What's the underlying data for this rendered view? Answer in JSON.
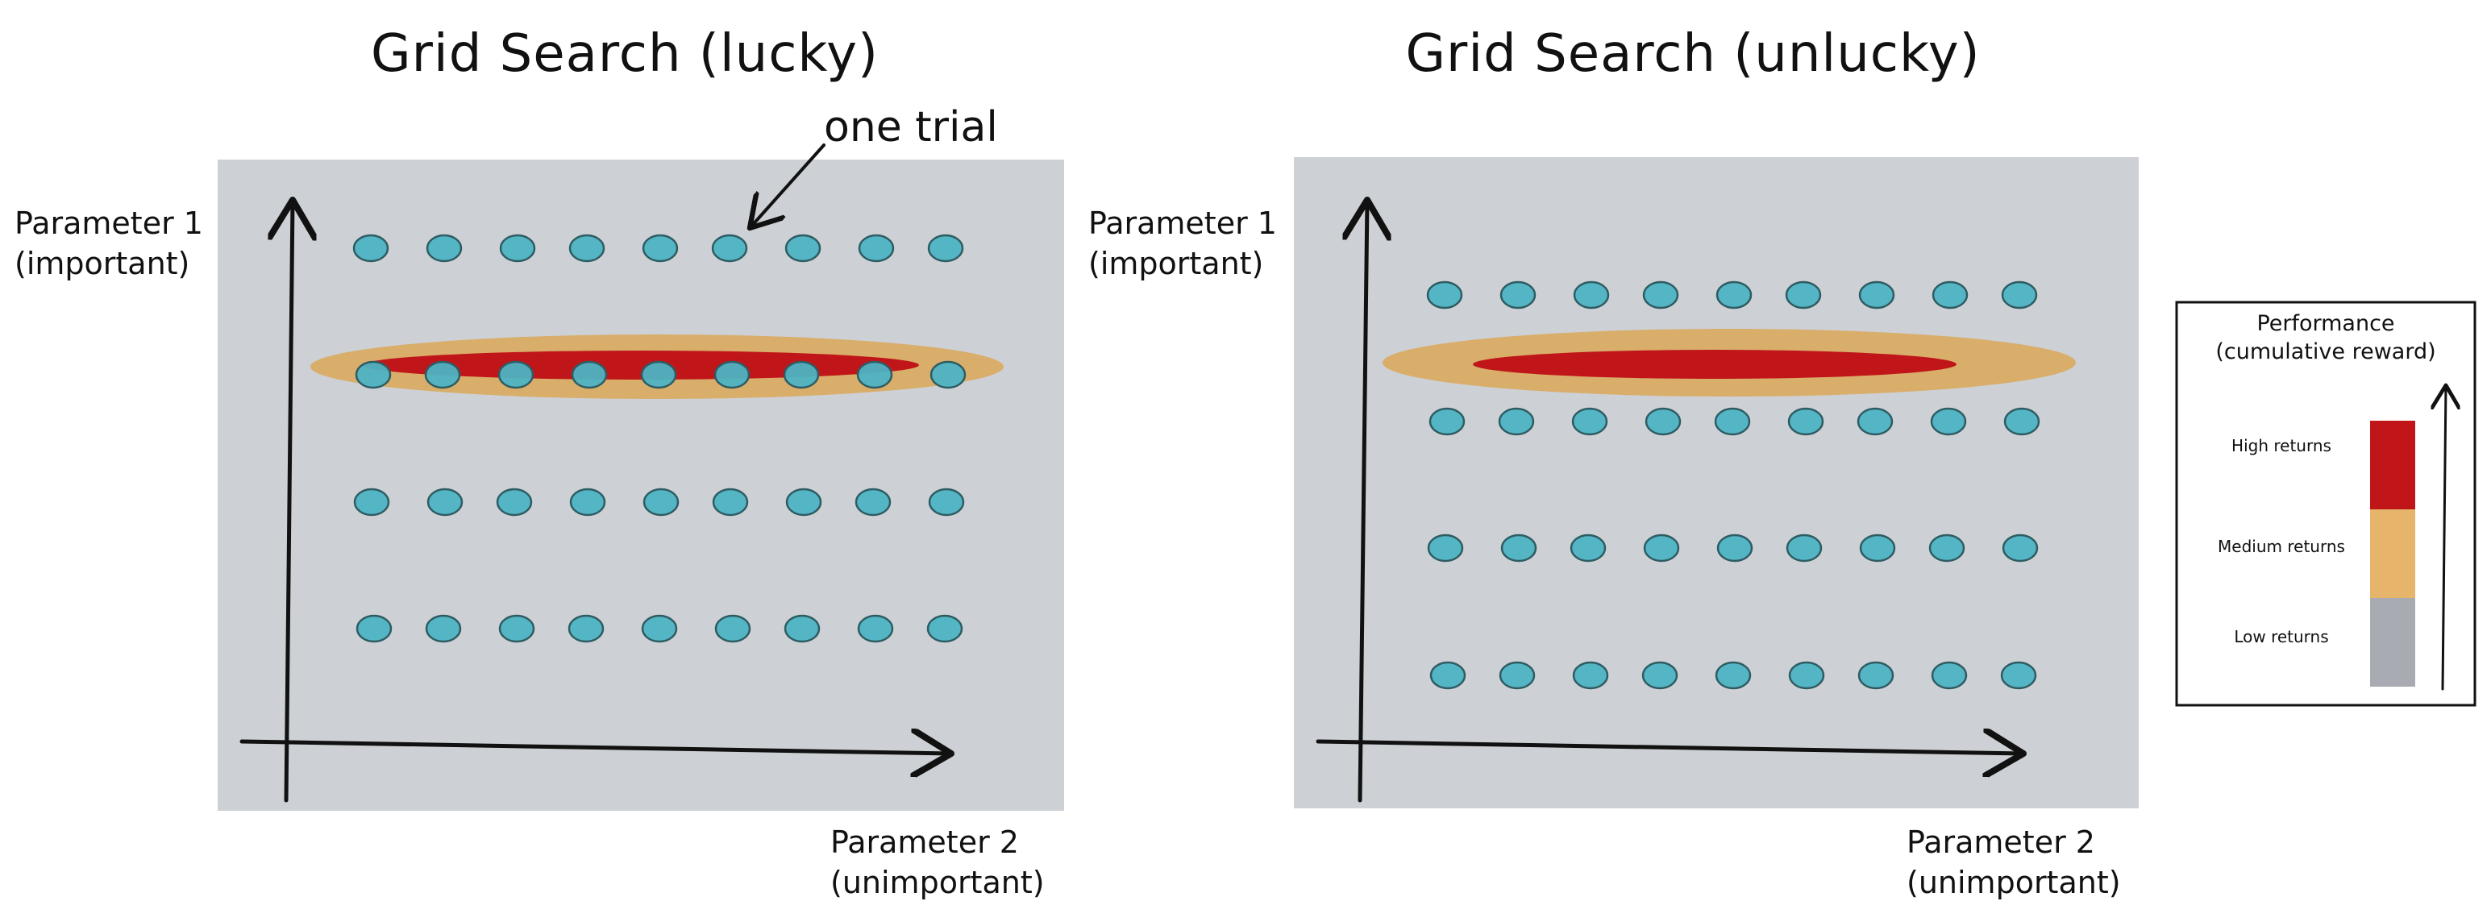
{
  "panels": [
    {
      "title": "Grid Search (lucky)",
      "y_label_line1": "Parameter 1",
      "y_label_line2": "(important)",
      "x_label_line1": "Parameter 2",
      "x_label_line2": "(unimportant)",
      "annotation": "one trial",
      "grid_columns": 9,
      "grid_rows": 4
    },
    {
      "title": "Grid Search (unlucky)",
      "y_label_line1": "Parameter 1",
      "y_label_line2": "(important)",
      "x_label_line1": "Parameter 2",
      "x_label_line2": "(unimportant)",
      "grid_columns": 9,
      "grid_rows": 4
    }
  ],
  "legend": {
    "title_line1": "Performance",
    "title_line2": "(cumulative reward)",
    "items": [
      {
        "label": "High returns",
        "color": "#C0161A"
      },
      {
        "label": "Medium returns",
        "color": "#E6B46A"
      },
      {
        "label": "Low returns",
        "color": "#A8ABB1"
      }
    ]
  },
  "colors": {
    "panel_background": "#CDD0D4",
    "trial_point": "#4DB3C3",
    "trial_outline": "#2E5C63",
    "high_region": "#C0161A",
    "medium_region": "#D9AD6A",
    "axis": "#111111",
    "legend_high_text": "#C0161A",
    "legend_medium_text": "#D9922A",
    "legend_low_text": "#7A7F87"
  }
}
